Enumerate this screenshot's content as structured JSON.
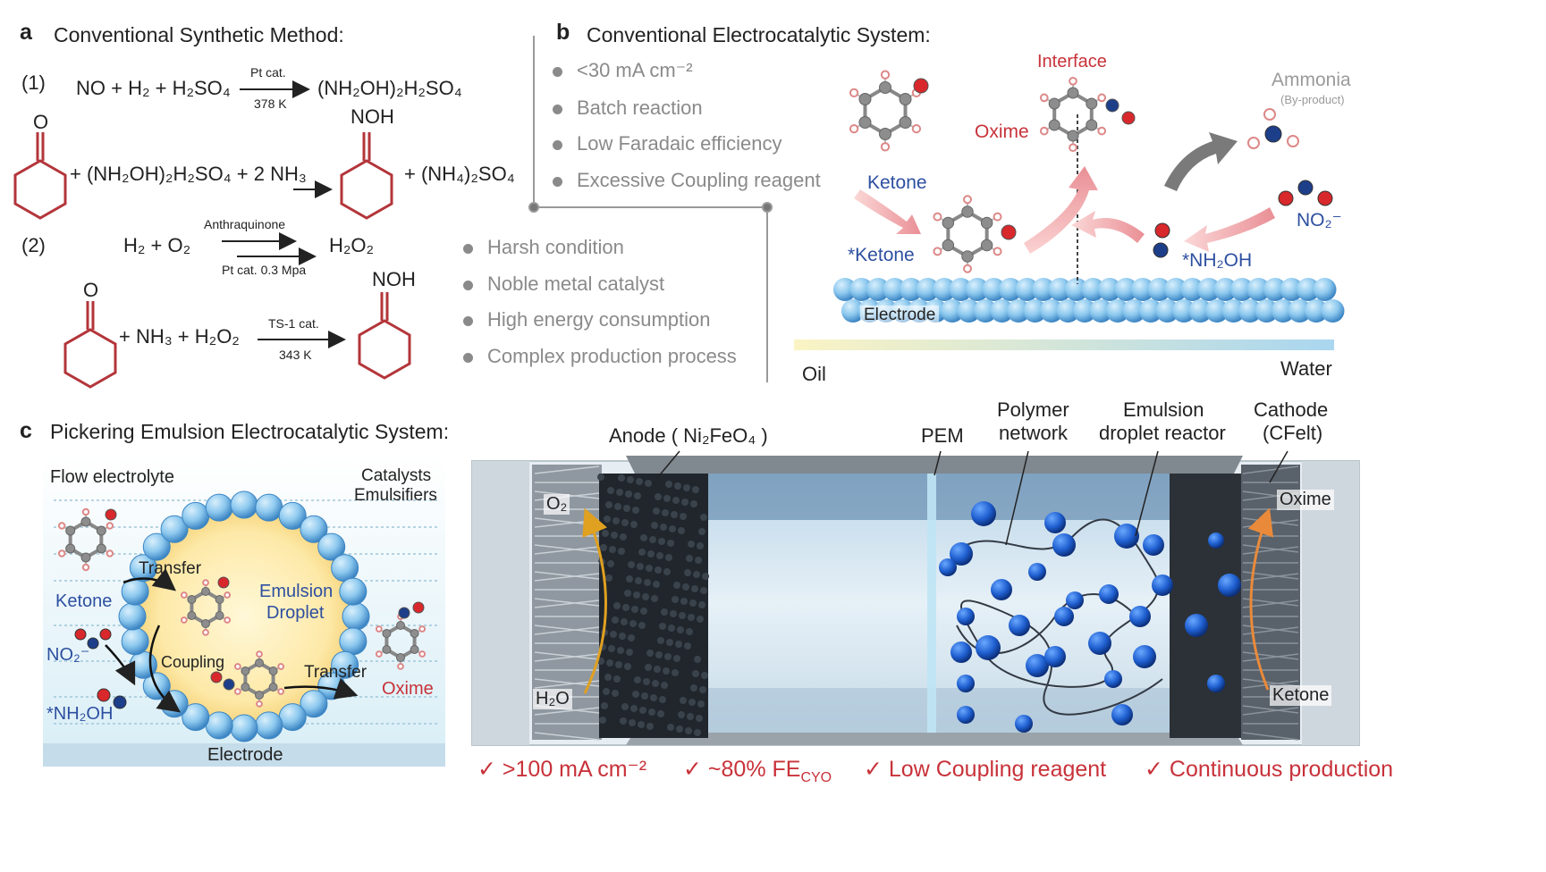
{
  "panel_a": {
    "letter": "a",
    "heading": "Conventional Synthetic Method:",
    "eq1_num": "(1)",
    "eq1_lhs": "NO + H₂ + H₂SO₄",
    "eq1_top": "Pt cat.",
    "eq1_bot": "378 K",
    "eq1_rhs": "(NH₂OH)₂H₂SO₄",
    "eq2_o": "O",
    "eq2_mid": "+ (NH₂OH)₂H₂SO₄ + 2 NH₃",
    "eq2_noh": "NOH",
    "eq2_rhs": "+ (NH₄)₂SO₄",
    "eq3_num": "(2)",
    "eq3_lhs": "H₂ + O₂",
    "eq3_top": "Anthraquinone",
    "eq3_bot": "Pt cat. 0.3 Mpa",
    "eq3_rhs": "H₂O₂",
    "eq4_o": "O",
    "eq4_mid": "+ NH₃ + H₂O₂",
    "eq4_top": "TS-1 cat.",
    "eq4_bot": "343 K",
    "eq4_noh": "NOH"
  },
  "bullets_top": [
    "<30 mA cm⁻²",
    "Batch reaction",
    "Low Faradaic efficiency",
    "Excessive Coupling reagent"
  ],
  "bullets_bottom": [
    "Harsh condition",
    "Noble metal catalyst",
    "High energy consumption",
    "Complex production process"
  ],
  "panel_b": {
    "letter": "b",
    "heading": "Conventional Electrocatalytic System:",
    "interface": "Interface",
    "oxime": "Oxime",
    "ammonia": "Ammonia",
    "byproduct": "(By-product)",
    "ketone": "Ketone",
    "ketone_ads": "*Ketone",
    "no2": "NO₂⁻",
    "nh2oh": "*NH₂OH",
    "electrode": "Electrode",
    "oil": "Oil",
    "water": "Water"
  },
  "panel_c": {
    "letter": "c",
    "heading": "Pickering Emulsion Electrocatalytic System:",
    "flow": "Flow electrolyte",
    "catalysts": "Catalysts",
    "emulsifiers": "Emulsifiers",
    "transfer1": "Transfer",
    "ketone": "Ketone",
    "emulsion": "Emulsion",
    "droplet": "Droplet",
    "no2": "NO₂⁻",
    "coupling": "Coupling",
    "transfer2": "Transfer",
    "oxime": "Oxime",
    "nh2oh": "*NH₂OH",
    "electrode": "Electrode"
  },
  "reactor": {
    "anode": "Anode ( Ni₂FeO₄ )",
    "pem": "PEM",
    "polymer1": "Polymer",
    "polymer2": "network",
    "emulsion1": "Emulsion",
    "emulsion2": "droplet reactor",
    "cathode1": "Cathode",
    "cathode2": "(CFelt)",
    "o2": "O₂",
    "h2o": "H₂O",
    "oxime": "Oxime",
    "ketone": "Ketone"
  },
  "advantages": {
    "check": "✓",
    "items": [
      ">100 mA cm⁻²",
      "~80% FE",
      "Low Coupling reagent",
      "Continuous production"
    ],
    "fe_sub": "CYO"
  },
  "colors": {
    "ring_red": "#b3353a",
    "label_red": "#c8323a",
    "label_blue": "#2d4fa0",
    "sphere_blue": "#8cc8ee",
    "droplet_yellow": "#fde9a8"
  }
}
